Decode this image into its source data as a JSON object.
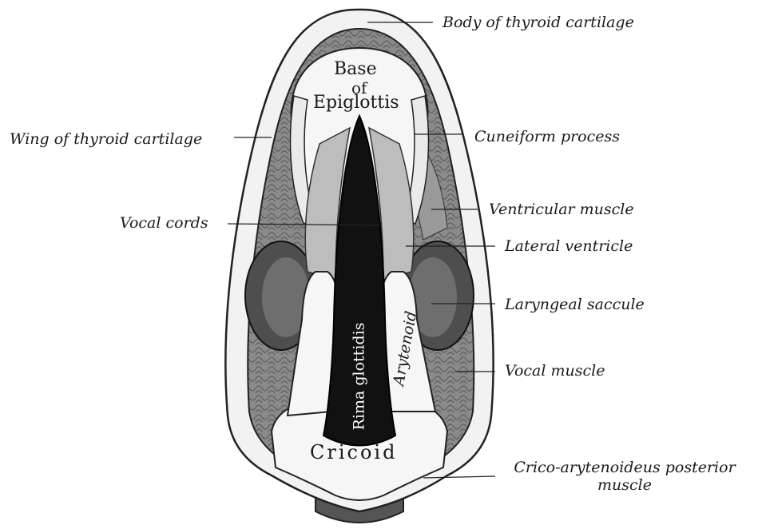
{
  "labels": {
    "body_thyroid": "Body of thyroid cartilage",
    "wing_thyroid": "Wing of thyroid cartilage",
    "cuneiform": "Cuneiform process",
    "ventricular_muscle": "Ventricular muscle",
    "vocal_cords": "Vocal cords",
    "lateral_ventricle": "Lateral ventricle",
    "laryngeal_saccule": "Laryngeal saccule",
    "vocal_muscle": "Vocal muscle",
    "crico_line1": "Crico-arytenoideus posterior",
    "crico_line2": "muscle"
  },
  "inner_labels": {
    "base": "Base",
    "of": "of",
    "epiglottis": "Epiglottis",
    "rima": "Rima glottidis",
    "arytenoid": "Arytenoid",
    "cricoid": "Cricoid"
  }
}
